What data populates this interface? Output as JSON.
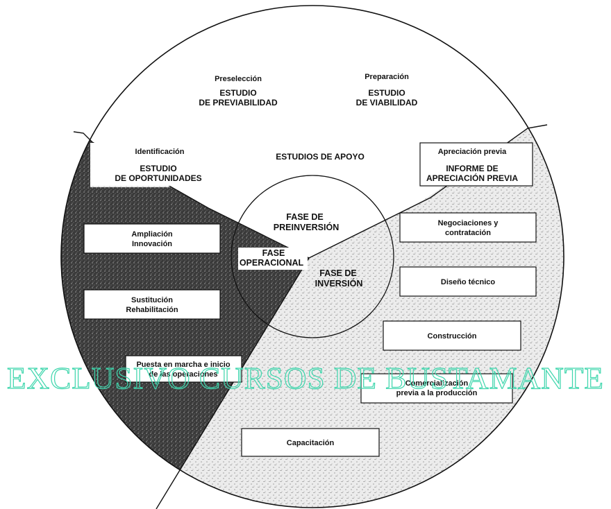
{
  "sectors": {
    "preinversion_top": {
      "preseleccion_stage": "Preselección",
      "preseleccion_study_line1": "ESTUDIO",
      "preseleccion_study_line2": "DE PREVIABILIDAD",
      "preparacion_stage": "Preparación",
      "preparacion_study_line1": "ESTUDIO",
      "preparacion_study_line2": "DE VIABILIDAD",
      "identificacion_stage": "Identificación",
      "identificacion_study_line1": "ESTUDIO",
      "identificacion_study_line2": "DE OPORTUNIDADES",
      "apoyo": "ESTUDIOS DE APOYO",
      "apreciacion_stage": "Apreciación previa",
      "apreciacion_study_line1": "INFORME DE",
      "apreciacion_study_line2": "APRECIACIÓN PREVIA"
    },
    "operacional_left": {
      "box1_line1": "Ampliación",
      "box1_line2": "Innovación",
      "box2_line1": "Sustitución",
      "box2_line2": "Rehabilitación",
      "box3_line1": "Puesta en marcha e inicio",
      "box3_line2": "de las operaciones"
    },
    "inversion_right": {
      "box1_line1": "Negociaciones y",
      "box1_line2": "contratación",
      "box2": "Diseño técnico",
      "box3": "Construcción",
      "box4_line1": "Comercialización",
      "box4_line2": "previa a la producción",
      "box5": "Capacitación"
    }
  },
  "center": {
    "preinversion_line1": "FASE DE",
    "preinversion_line2": "PREINVERSIÓN",
    "operacional_line1": "FASE",
    "operacional_line2": "OPERACIONAL",
    "inversion_line1": "FASE DE",
    "inversion_line2": "INVERSIÓN"
  },
  "watermark": "EXCLUSIVO CURSOS DE BUSTAMANTE",
  "colors": {
    "operacional_fill": "#3a3a3a",
    "inversion_fill": "#d9d9d9",
    "watermark": "#3fd6ad"
  }
}
